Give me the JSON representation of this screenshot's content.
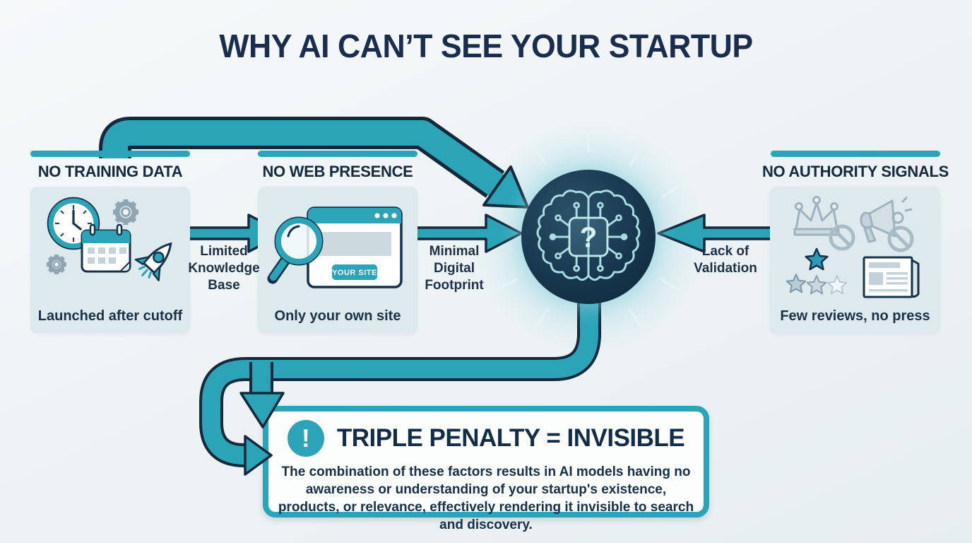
{
  "title": "WHY AI CAN’T SEE YOUR STARTUP",
  "colors": {
    "teal": "#2ba4b8",
    "navy": "#15293c",
    "factor_box_bg": "#dde9ec",
    "heading_text": "#13293f",
    "hub_bg": "#17374d"
  },
  "factors": [
    {
      "heading": "NO TRAINING DATA",
      "caption": "Launched after cutoff",
      "icons": [
        "clock-icon",
        "gear-icon",
        "calendar-icon",
        "rocket-icon"
      ]
    },
    {
      "heading": "NO WEB PRESENCE",
      "caption": "Only your own site",
      "icons": [
        "magnifier-icon",
        "browser-icon"
      ],
      "browser_badge": "YOUR SITE"
    },
    {
      "heading": "NO AUTHORITY SIGNALS",
      "caption": "Few reviews, no press",
      "icons": [
        "crown-icon",
        "megaphone-icon",
        "stars-icon",
        "newspaper-icon"
      ]
    }
  ],
  "arrows": [
    {
      "label": "Limited\nKnowledge\nBase"
    },
    {
      "label": "Minimal\nDigital\nFootprint"
    },
    {
      "label": "Lack of\nValidation"
    }
  ],
  "hub": {
    "icon": "ai-brain-chip-icon",
    "glyph": "?"
  },
  "penalty": {
    "alert_glyph": "!",
    "heading": "TRIPLE PENALTY = INVISIBLE",
    "body": "The combination of these factors results in AI models having no awareness or understanding of your startup's existence, products, or relevance, effectively rendering it invisible to search and discovery."
  }
}
